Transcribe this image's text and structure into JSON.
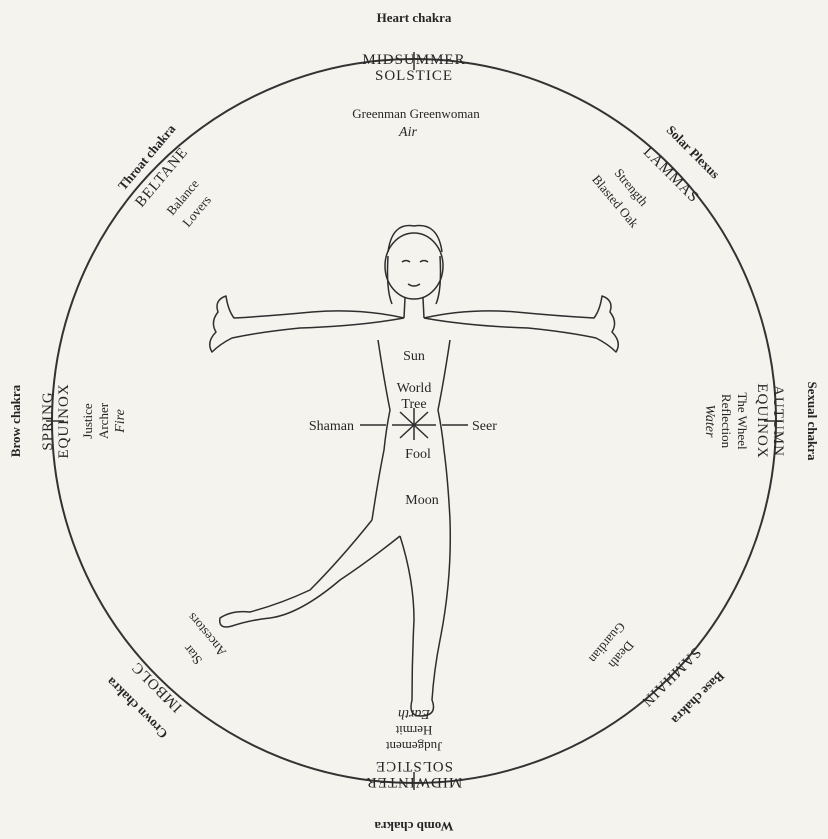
{
  "colors": {
    "paper": "#f4f3ee",
    "ink": "#262626"
  },
  "chakras": {
    "heart": "Heart chakra",
    "solar": "Solar Plexus",
    "sexual": "Sexual chakra",
    "base": "Base chakra",
    "womb": "Womb chakra",
    "crown": "Crown chakra",
    "brow": "Brow chakra",
    "throat": "Throat chakra"
  },
  "festivals": {
    "midsummer_1": "MIDSUMMER",
    "midsummer_2": "SOLSTICE",
    "lammas": "LAMMAS",
    "autumn_1": "AUTUMN",
    "autumn_2": "EQUINOX",
    "samhain": "SAMHAIN",
    "midwinter_1": "MIDWINTER",
    "midwinter_2": "SOLSTICE",
    "imbolc": "IMBOLC",
    "spring_1": "SPRING",
    "spring_2": "EQUINOX",
    "beltane": "BELTANE"
  },
  "cards": {
    "top": "Greenman Greenwoman",
    "top_elem": "Air",
    "lammas_1": "Strength",
    "lammas_2": "Blasted Oak",
    "autumn_1": "The Wheel",
    "autumn_2": "Reflection",
    "autumn_elem": "Water",
    "samhain_1": "Death",
    "samhain_2": "Guardian",
    "bottom_1": "Judgement",
    "bottom_2": "Hermit",
    "bottom_3": "Earth",
    "imbolc_1": "Star",
    "imbolc_2": "Ancestors",
    "spring_1": "Justice",
    "spring_2": "Archer",
    "spring_elem": "Fire",
    "beltane_1": "Balance",
    "beltane_2": "Lovers"
  },
  "body": {
    "sun": "Sun",
    "world_1": "World",
    "world_2": "Tree",
    "shaman": "Shaman",
    "seer": "Seer",
    "fool": "Fool",
    "moon": "Moon"
  }
}
